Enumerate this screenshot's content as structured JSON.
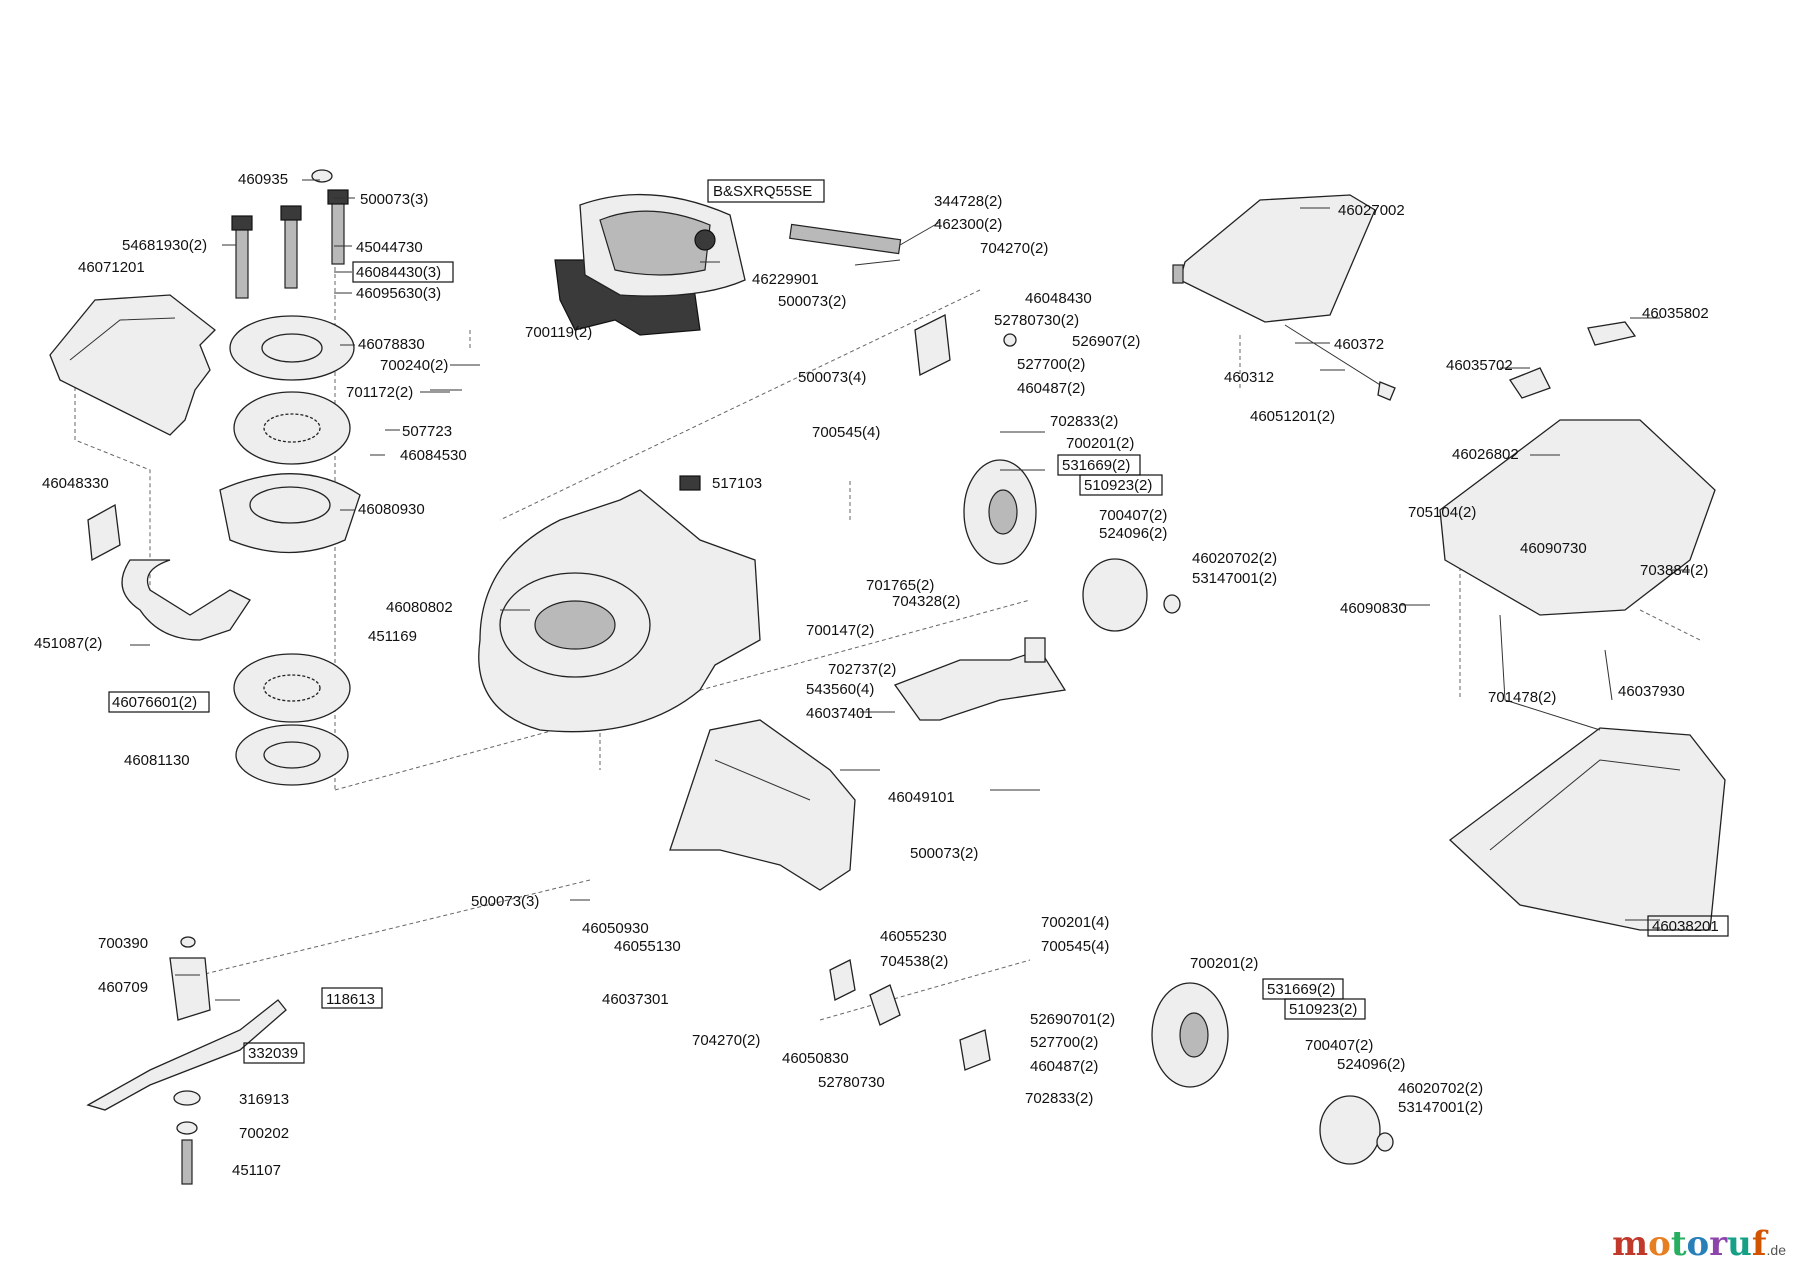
{
  "diagram": {
    "labels": [
      {
        "id": "l1",
        "text": "460935"
      },
      {
        "id": "l2",
        "text": "500073(3)"
      },
      {
        "id": "l3",
        "text": "B&SXRQ55SE"
      },
      {
        "id": "l4",
        "text": "54681930(2)"
      },
      {
        "id": "l5",
        "text": "45044730"
      },
      {
        "id": "l6",
        "text": "46071201"
      },
      {
        "id": "l7",
        "text": "46084430(3)"
      },
      {
        "id": "l8",
        "text": "46095630(3)"
      },
      {
        "id": "l9",
        "text": "46078830"
      },
      {
        "id": "l10",
        "text": "700119(2)"
      },
      {
        "id": "l11",
        "text": "700240(2)"
      },
      {
        "id": "l12",
        "text": "701172(2)"
      },
      {
        "id": "l13",
        "text": "507723"
      },
      {
        "id": "l14",
        "text": "46084530"
      },
      {
        "id": "l15",
        "text": "46048330"
      },
      {
        "id": "l16",
        "text": "46080930"
      },
      {
        "id": "l17",
        "text": "451087(2)"
      },
      {
        "id": "l18",
        "text": "46076601(2)"
      },
      {
        "id": "l19",
        "text": "46081130"
      },
      {
        "id": "l20",
        "text": "344728(2)"
      },
      {
        "id": "l21",
        "text": "462300(2)"
      },
      {
        "id": "l22",
        "text": "704270(2)"
      },
      {
        "id": "l23",
        "text": "46229901"
      },
      {
        "id": "l24",
        "text": "500073(2)"
      },
      {
        "id": "l25",
        "text": "46048430"
      },
      {
        "id": "l26",
        "text": "52780730(2)"
      },
      {
        "id": "l27",
        "text": "526907(2)"
      },
      {
        "id": "l28",
        "text": "500073(4)"
      },
      {
        "id": "l29",
        "text": "527700(2)"
      },
      {
        "id": "l30",
        "text": "460487(2)"
      },
      {
        "id": "l31",
        "text": "702833(2)"
      },
      {
        "id": "l32",
        "text": "700545(4)"
      },
      {
        "id": "l33",
        "text": "700201(2)"
      },
      {
        "id": "l34",
        "text": "531669(2)"
      },
      {
        "id": "l35",
        "text": "510923(2)"
      },
      {
        "id": "l36",
        "text": "700407(2)"
      },
      {
        "id": "l37",
        "text": "524096(2)"
      },
      {
        "id": "l38",
        "text": "46020702(2)"
      },
      {
        "id": "l39",
        "text": "53147001(2)"
      },
      {
        "id": "l40",
        "text": "517103"
      },
      {
        "id": "l41",
        "text": "46080802"
      },
      {
        "id": "l42",
        "text": "451169"
      },
      {
        "id": "l43",
        "text": "701765(2)"
      },
      {
        "id": "l44",
        "text": "704328(2)"
      },
      {
        "id": "l45",
        "text": "700147(2)"
      },
      {
        "id": "l46",
        "text": "702737(2)"
      },
      {
        "id": "l47",
        "text": "543560(4)"
      },
      {
        "id": "l48",
        "text": "46037401"
      },
      {
        "id": "l49",
        "text": "46049101"
      },
      {
        "id": "l50",
        "text": "500073(2)"
      },
      {
        "id": "l51",
        "text": "500073(3)"
      },
      {
        "id": "l52",
        "text": "46050930"
      },
      {
        "id": "l53",
        "text": "46055130"
      },
      {
        "id": "l54",
        "text": "46055230"
      },
      {
        "id": "l55",
        "text": "704538(2)"
      },
      {
        "id": "l56",
        "text": "46037301"
      },
      {
        "id": "l57",
        "text": "704270(2)"
      },
      {
        "id": "l58",
        "text": "46050830"
      },
      {
        "id": "l59",
        "text": "52780730"
      },
      {
        "id": "l60",
        "text": "700201(4)"
      },
      {
        "id": "l61",
        "text": "700545(4)"
      },
      {
        "id": "l62",
        "text": "700201(2)"
      },
      {
        "id": "l63",
        "text": "531669(2)"
      },
      {
        "id": "l64",
        "text": "510923(2)"
      },
      {
        "id": "l65",
        "text": "52690701(2)"
      },
      {
        "id": "l66",
        "text": "527700(2)"
      },
      {
        "id": "l67",
        "text": "460487(2)"
      },
      {
        "id": "l68",
        "text": "702833(2)"
      },
      {
        "id": "l69",
        "text": "700407(2)"
      },
      {
        "id": "l70",
        "text": "524096(2)"
      },
      {
        "id": "l71",
        "text": "46020702(2)"
      },
      {
        "id": "l72",
        "text": "53147001(2)"
      },
      {
        "id": "l73",
        "text": "700390"
      },
      {
        "id": "l74",
        "text": "460709"
      },
      {
        "id": "l75",
        "text": "118613"
      },
      {
        "id": "l76",
        "text": "332039"
      },
      {
        "id": "l77",
        "text": "316913"
      },
      {
        "id": "l78",
        "text": "700202"
      },
      {
        "id": "l79",
        "text": "451107"
      },
      {
        "id": "l80",
        "text": "46027002"
      },
      {
        "id": "l81",
        "text": "460372"
      },
      {
        "id": "l82",
        "text": "460312"
      },
      {
        "id": "l83",
        "text": "46051201(2)"
      },
      {
        "id": "l84",
        "text": "46035802"
      },
      {
        "id": "l85",
        "text": "46035702"
      },
      {
        "id": "l86",
        "text": "46026802"
      },
      {
        "id": "l87",
        "text": "705104(2)"
      },
      {
        "id": "l88",
        "text": "46090730"
      },
      {
        "id": "l89",
        "text": "703884(2)"
      },
      {
        "id": "l90",
        "text": "46090830"
      },
      {
        "id": "l91",
        "text": "701478(2)"
      },
      {
        "id": "l92",
        "text": "46037930"
      },
      {
        "id": "l93",
        "text": "46038201"
      }
    ]
  },
  "watermark": {
    "brand": "motoruf",
    "suffix": ".de",
    "colors": [
      "#c0392b",
      "#e67e22",
      "#27ae60",
      "#2980b9",
      "#8e44ad",
      "#16a085",
      "#d35400"
    ]
  }
}
